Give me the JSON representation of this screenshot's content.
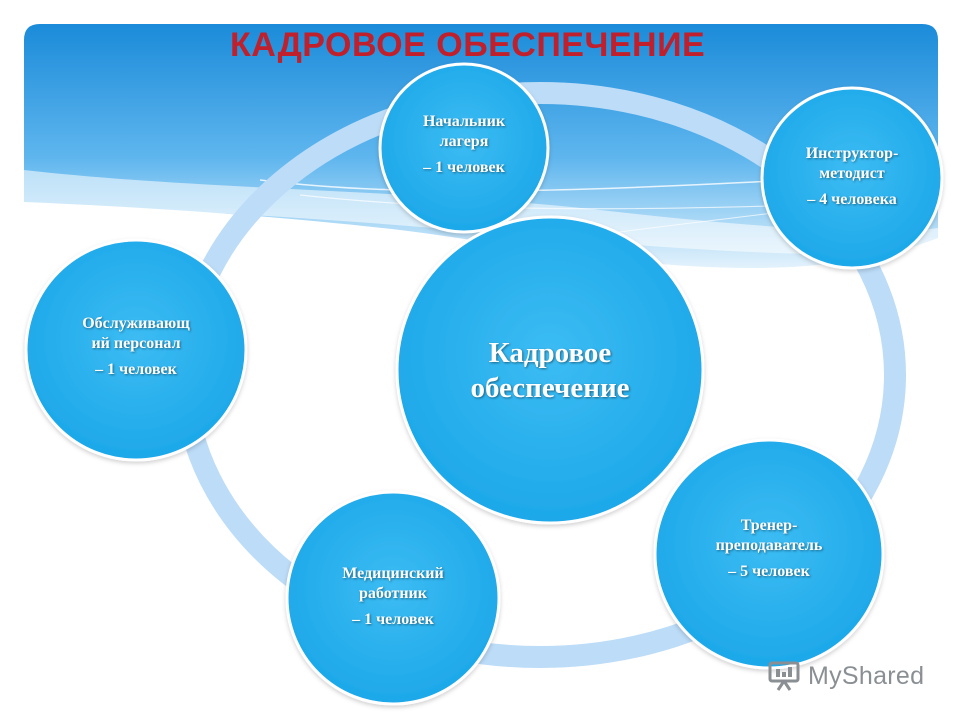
{
  "title": "КАДРОВОЕ ОБЕСПЕЧЕНИЕ",
  "center": {
    "line1": "Кадровое",
    "line2": "обеспечение"
  },
  "nodes": [
    {
      "id": "head",
      "line1": "Начальник",
      "line2": "лагеря",
      "count": "– 1 человек"
    },
    {
      "id": "instructor",
      "line1": "Инструктор-",
      "line2": "методист",
      "count": "– 4 человека"
    },
    {
      "id": "coach",
      "line1": "Тренер-",
      "line2": "преподаватель",
      "count": "– 5 человек"
    },
    {
      "id": "medic",
      "line1": "Медицинский",
      "line2": "работник",
      "count": "– 1 человек"
    },
    {
      "id": "service",
      "line1": "Обслуживающ",
      "line2": "ий персонал",
      "count": "– 1 человек"
    }
  ],
  "watermark": {
    "brand": "MyShared"
  },
  "colors": {
    "title": "#c0202b",
    "circle": "#2ab1ee",
    "circle_border": "#ffffff",
    "ring": "#bcdcf8",
    "banner_top": "#1f8fdb",
    "banner_bottom": "#d6ecfb",
    "watermark": "#8a8f94"
  }
}
